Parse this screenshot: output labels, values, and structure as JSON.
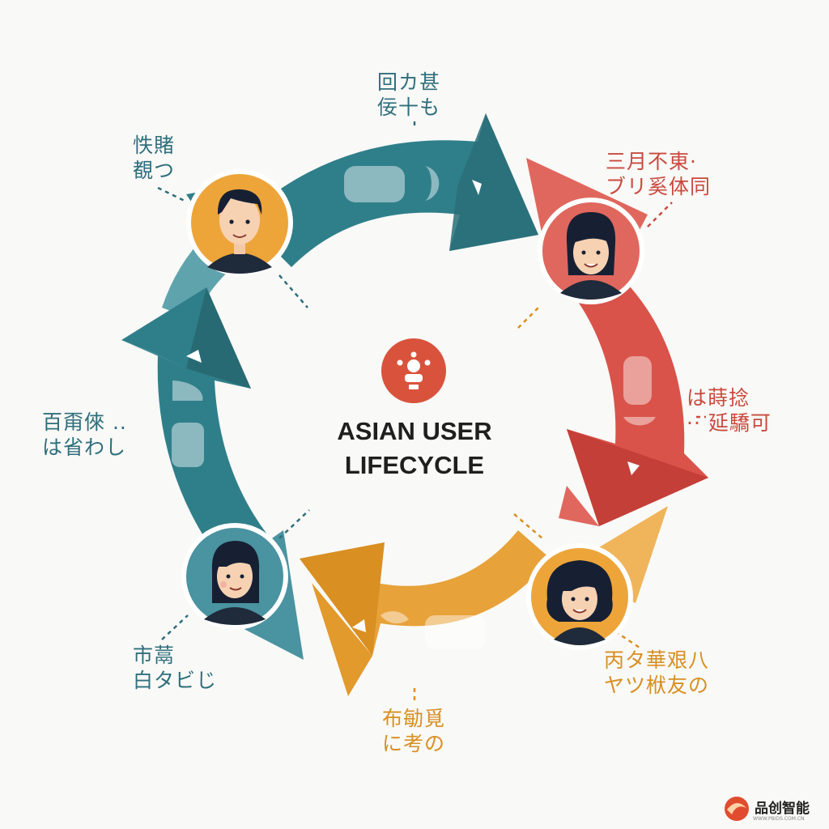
{
  "center": {
    "title_line1": "ASIAN USER",
    "title_line2": "LIFECYCLE",
    "icon": "user-network-icon"
  },
  "stages": [
    {
      "id": "top",
      "color": "#2f7f8a",
      "lines": [
        "回カ甚",
        "佞十も"
      ]
    },
    {
      "id": "top-left",
      "color": "#2f7f8a",
      "lines": [
        "怢賭",
        "覩つ"
      ]
    },
    {
      "id": "top-right",
      "color": "#d9534a",
      "lines": [
        "三月不東·",
        "ブリ奚体同"
      ]
    },
    {
      "id": "left",
      "color": "#2f7f8a",
      "lines": [
        "百甭倈 ..",
        "は省わし"
      ]
    },
    {
      "id": "right",
      "color": "#d9534a",
      "lines": [
        "は蒔捻",
        "·· 延驕可"
      ]
    },
    {
      "id": "bottom-left",
      "color": "#2f7f8a",
      "lines": [
        "市蒚",
        "白タビじ"
      ]
    },
    {
      "id": "bottom-right",
      "color": "#e8a23a",
      "lines": [
        "丙タ華艰八",
        "ヤツ栿友の"
      ]
    },
    {
      "id": "bottom",
      "color": "#e8a23a",
      "lines": [
        "布勄覓",
        "に考の"
      ]
    }
  ],
  "watermark": {
    "brand": "品创智能",
    "url": "WWW.PBIDS.COM.CN"
  }
}
